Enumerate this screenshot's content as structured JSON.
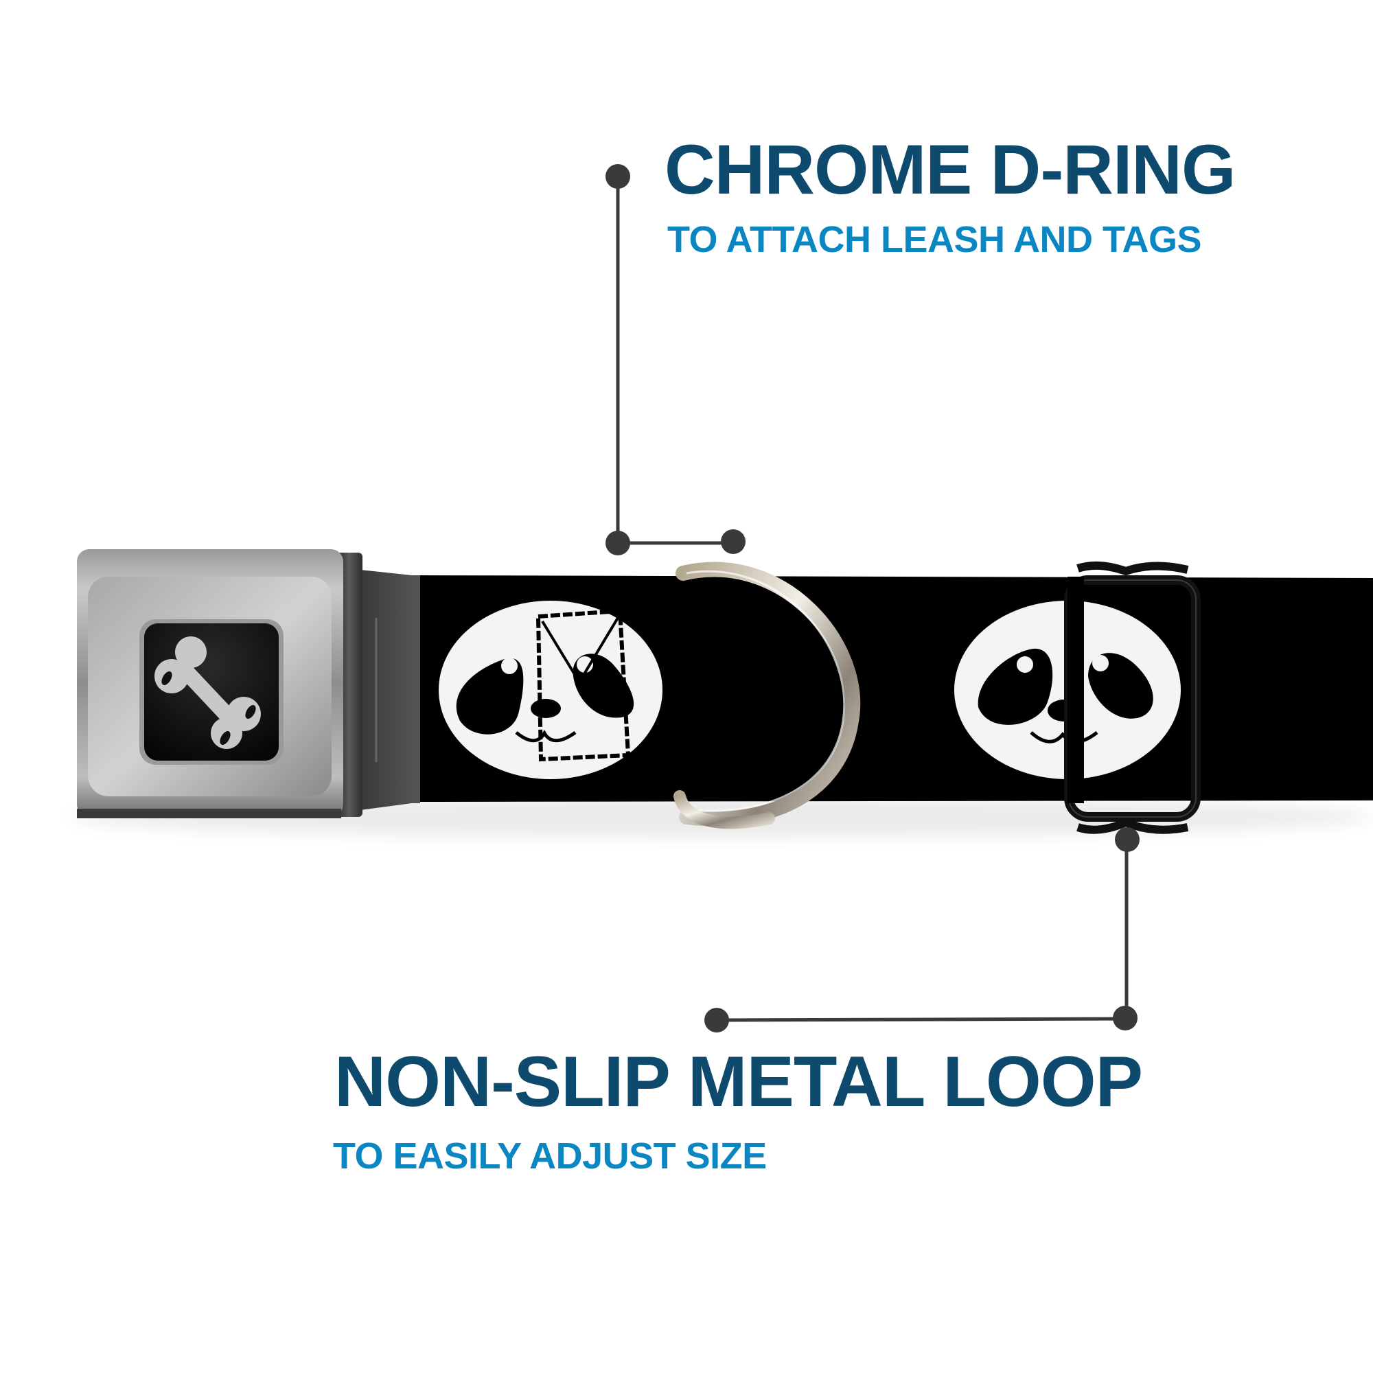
{
  "callouts": [
    {
      "id": "d-ring",
      "title": "CHROME D-RING",
      "subtitle": "TO ATTACH LEASH AND TAGS"
    },
    {
      "id": "metal-loop",
      "title": "NON-SLIP METAL LOOP",
      "subtitle": "TO EASILY ADJUST SIZE"
    }
  ],
  "product": {
    "buckle_icon": "bone-icon",
    "pattern": "panda-face",
    "strap_color": "#000000",
    "hardware": [
      "seatbelt-buckle",
      "chrome-d-ring",
      "black-slide-loop"
    ]
  },
  "colors": {
    "title": "#0d4a6e",
    "subtitle": "#0a87c2",
    "leader_line": "#3a3a3a",
    "background": "#ffffff"
  }
}
